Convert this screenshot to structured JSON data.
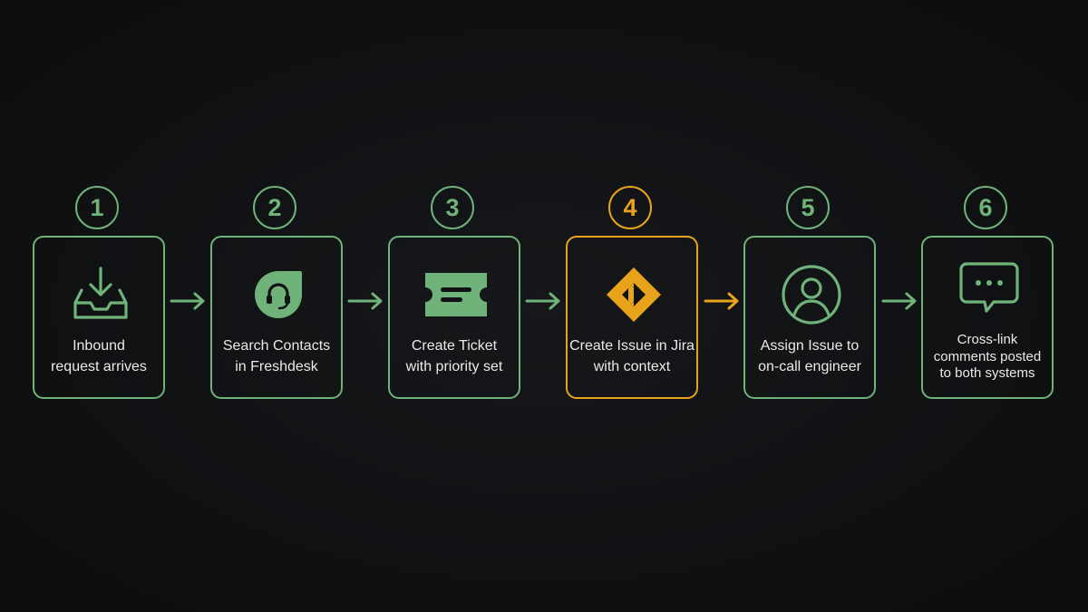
{
  "colors": {
    "green": "#6fb27a",
    "active": "#e8a21c",
    "text": "#eceae6",
    "background": "#111214"
  },
  "steps": [
    {
      "number": "1",
      "label": "Inbound\nrequest arrives",
      "icon": "inbox-download-icon"
    },
    {
      "number": "2",
      "label": "Search Contacts\nin Freshdesk",
      "icon": "freshdesk-headset-icon"
    },
    {
      "number": "3",
      "label": "Create Ticket\nwith priority set",
      "icon": "ticket-icon"
    },
    {
      "number": "4",
      "label": "Create Issue in Jira\nwith context",
      "icon": "jira-icon",
      "active": true
    },
    {
      "number": "5",
      "label": "Assign Issue to\non-call engineer",
      "icon": "user-icon"
    },
    {
      "number": "6",
      "label": "Cross-link\ncomments posted\nto both systems",
      "icon": "chat-bubble-icon"
    }
  ]
}
